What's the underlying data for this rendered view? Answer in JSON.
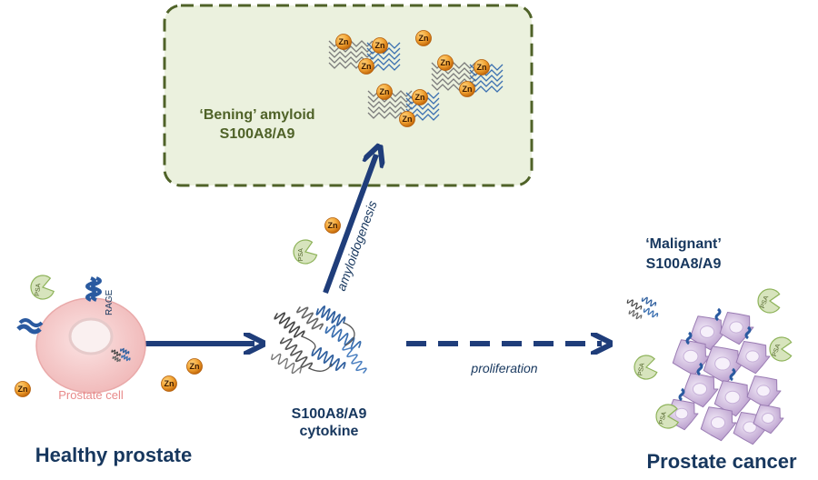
{
  "amyloid_box": {
    "line1": "‘Bening’ amyloid",
    "line2": "S100A8/A9"
  },
  "malignant": {
    "line1": "‘Malignant’",
    "line2": "S100A8/A9"
  },
  "cytokine": {
    "line1": "S100A8/A9",
    "line2": "cytokine"
  },
  "arrows": {
    "amyloidogenesis": "amyloidogenesis",
    "proliferation": "proliferation"
  },
  "cell": {
    "receptor": "RAGE",
    "label": "Prostate cell"
  },
  "titles": {
    "healthy": "Healthy prostate",
    "cancer": "Prostate cancer"
  },
  "ion_label": "Zn",
  "psa_label": "PSA",
  "colors": {
    "arrow": "#1f3d7a",
    "box_fill": "#ebf1de",
    "box_border": "#4f6228",
    "zinc": "#f0a030",
    "psa": "#d7e4bd",
    "cell": "#f2c4c4",
    "cancer_cell": "#c9b3d9"
  }
}
